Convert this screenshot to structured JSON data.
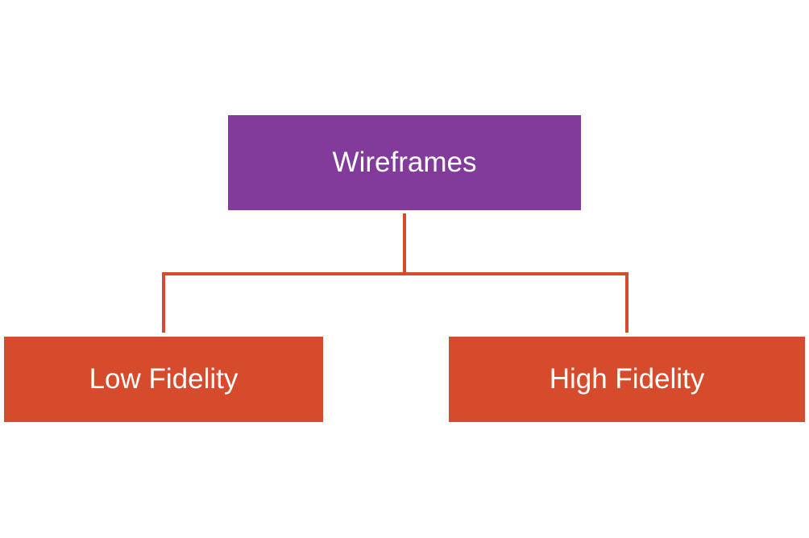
{
  "diagram": {
    "root": {
      "label": "Wireframes",
      "color": "#823B9B"
    },
    "children": [
      {
        "label": "Low Fidelity",
        "color": "#D64B2B"
      },
      {
        "label": "High Fidelity",
        "color": "#D64B2B"
      }
    ],
    "connector_color": "#D64B2B"
  }
}
